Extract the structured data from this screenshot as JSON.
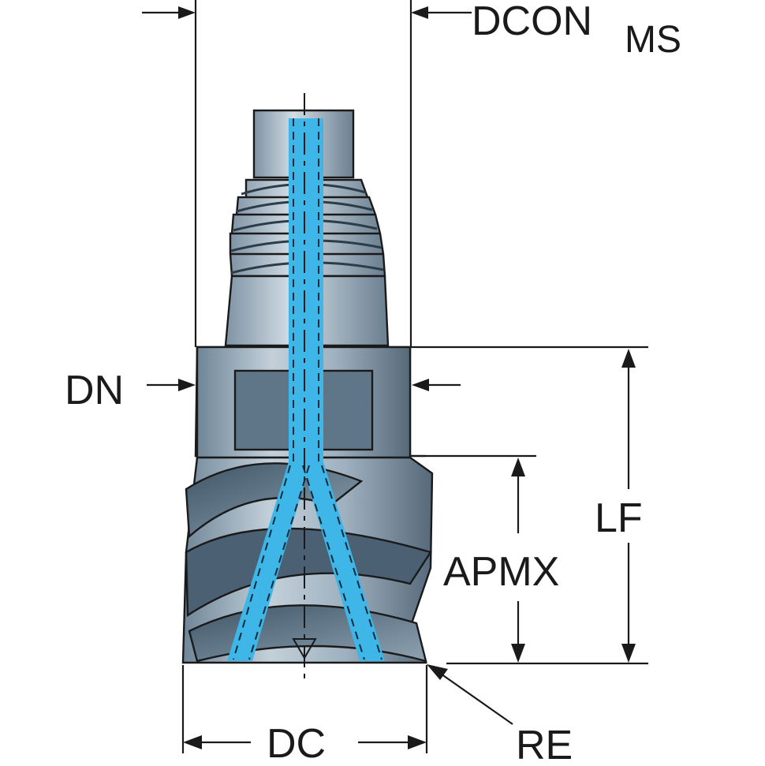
{
  "labels": {
    "dcon": "DCON",
    "dcon_sub": "MS",
    "dn": "DN",
    "lf": "LF",
    "apmx": "APMX",
    "dc": "DC",
    "re": "RE"
  },
  "colors": {
    "coolant": "#3fb6e8",
    "body_light": "#b9c7d3",
    "body_dark": "#5d7384",
    "line": "#1a1a1a"
  }
}
